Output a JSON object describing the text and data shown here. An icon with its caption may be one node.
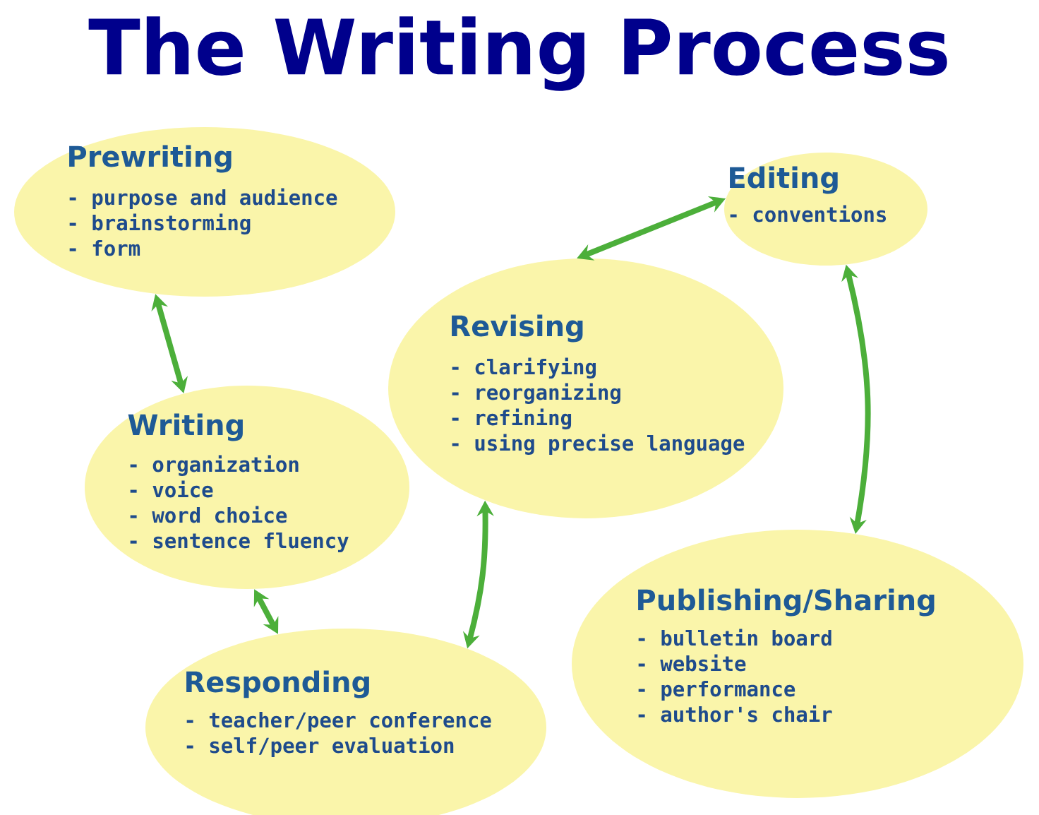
{
  "diagram": {
    "title": "The Writing Process",
    "nodes": [
      {
        "text": [
          "Prewriting",
          "- purpose and audience",
          "- brainstorming",
          "- form"
        ]
      },
      {
        "text": [
          "Writing",
          "- organization",
          "- voice",
          "- word choice",
          "- sentence fluency"
        ]
      },
      {
        "text": [
          "Revising",
          "- clarifying",
          "- reorganizing",
          "- refining",
          "- using precise language"
        ]
      },
      {
        "text": [
          "Editing",
          "- conventions"
        ]
      },
      {
        "text": [
          "Publishing/Sharing",
          "- bulletin board",
          "- website",
          "- performance",
          "- author's chair"
        ]
      },
      {
        "text": [
          "Responding",
          "- teacher/peer conference",
          "- self/peer evaluation"
        ]
      }
    ],
    "edges": [
      {
        "from": 0,
        "to": 1,
        "arrow": "both"
      },
      {
        "from": 1,
        "to": 5,
        "arrow": "both"
      },
      {
        "from": 5,
        "to": 2,
        "arrow": "both"
      },
      {
        "from": 2,
        "to": 3,
        "arrow": "both"
      },
      {
        "from": 3,
        "to": 4,
        "arrow": "both"
      }
    ]
  }
}
